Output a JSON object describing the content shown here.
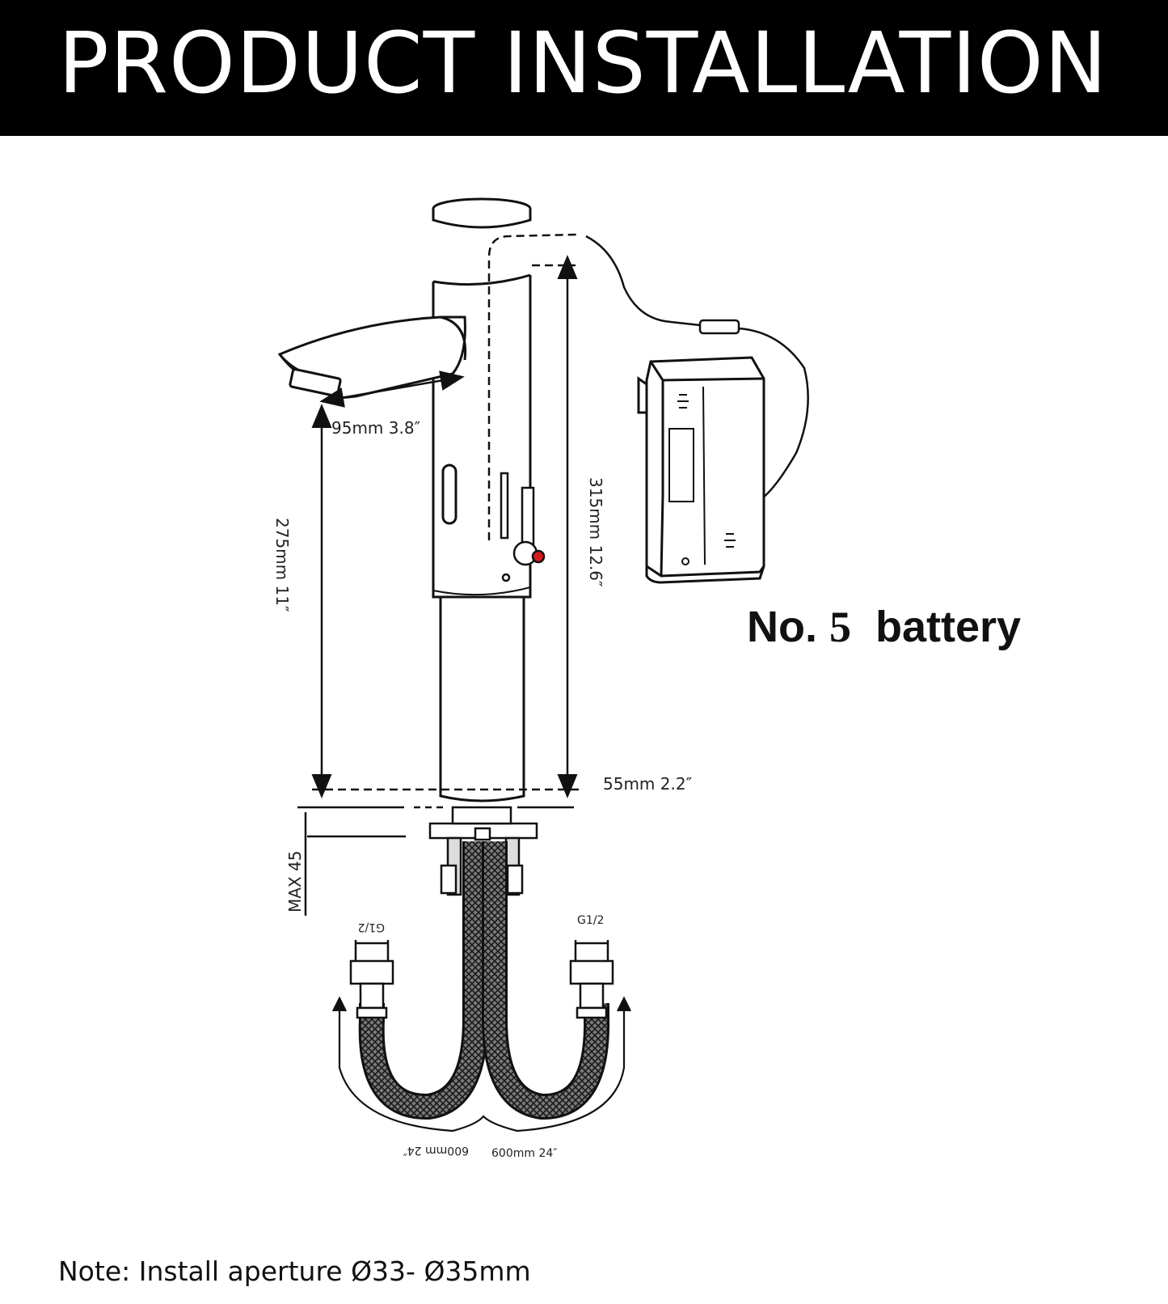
{
  "header": {
    "title": "PRODUCT INSTALLATION"
  },
  "dimensions": {
    "spout_reach": "95mm 3.8″",
    "height_275": "275mm 11″",
    "height_315": "315mm 12.6″",
    "base_diameter": "55mm 2.2″",
    "max_thickness": "MAX 45",
    "thread_left": "G1/2",
    "thread_right": "G1/2",
    "hose_left": "600mm 24″",
    "hose_right": "600mm 24″"
  },
  "battery": {
    "prefix": "No.",
    "number": "5",
    "word": "battery"
  },
  "note": "Note: Install aperture Ø33- Ø35mm",
  "colors": {
    "header_bg": "#000000",
    "header_text": "#ffffff",
    "line": "#111111",
    "handle_dot": "#d71a1a"
  }
}
